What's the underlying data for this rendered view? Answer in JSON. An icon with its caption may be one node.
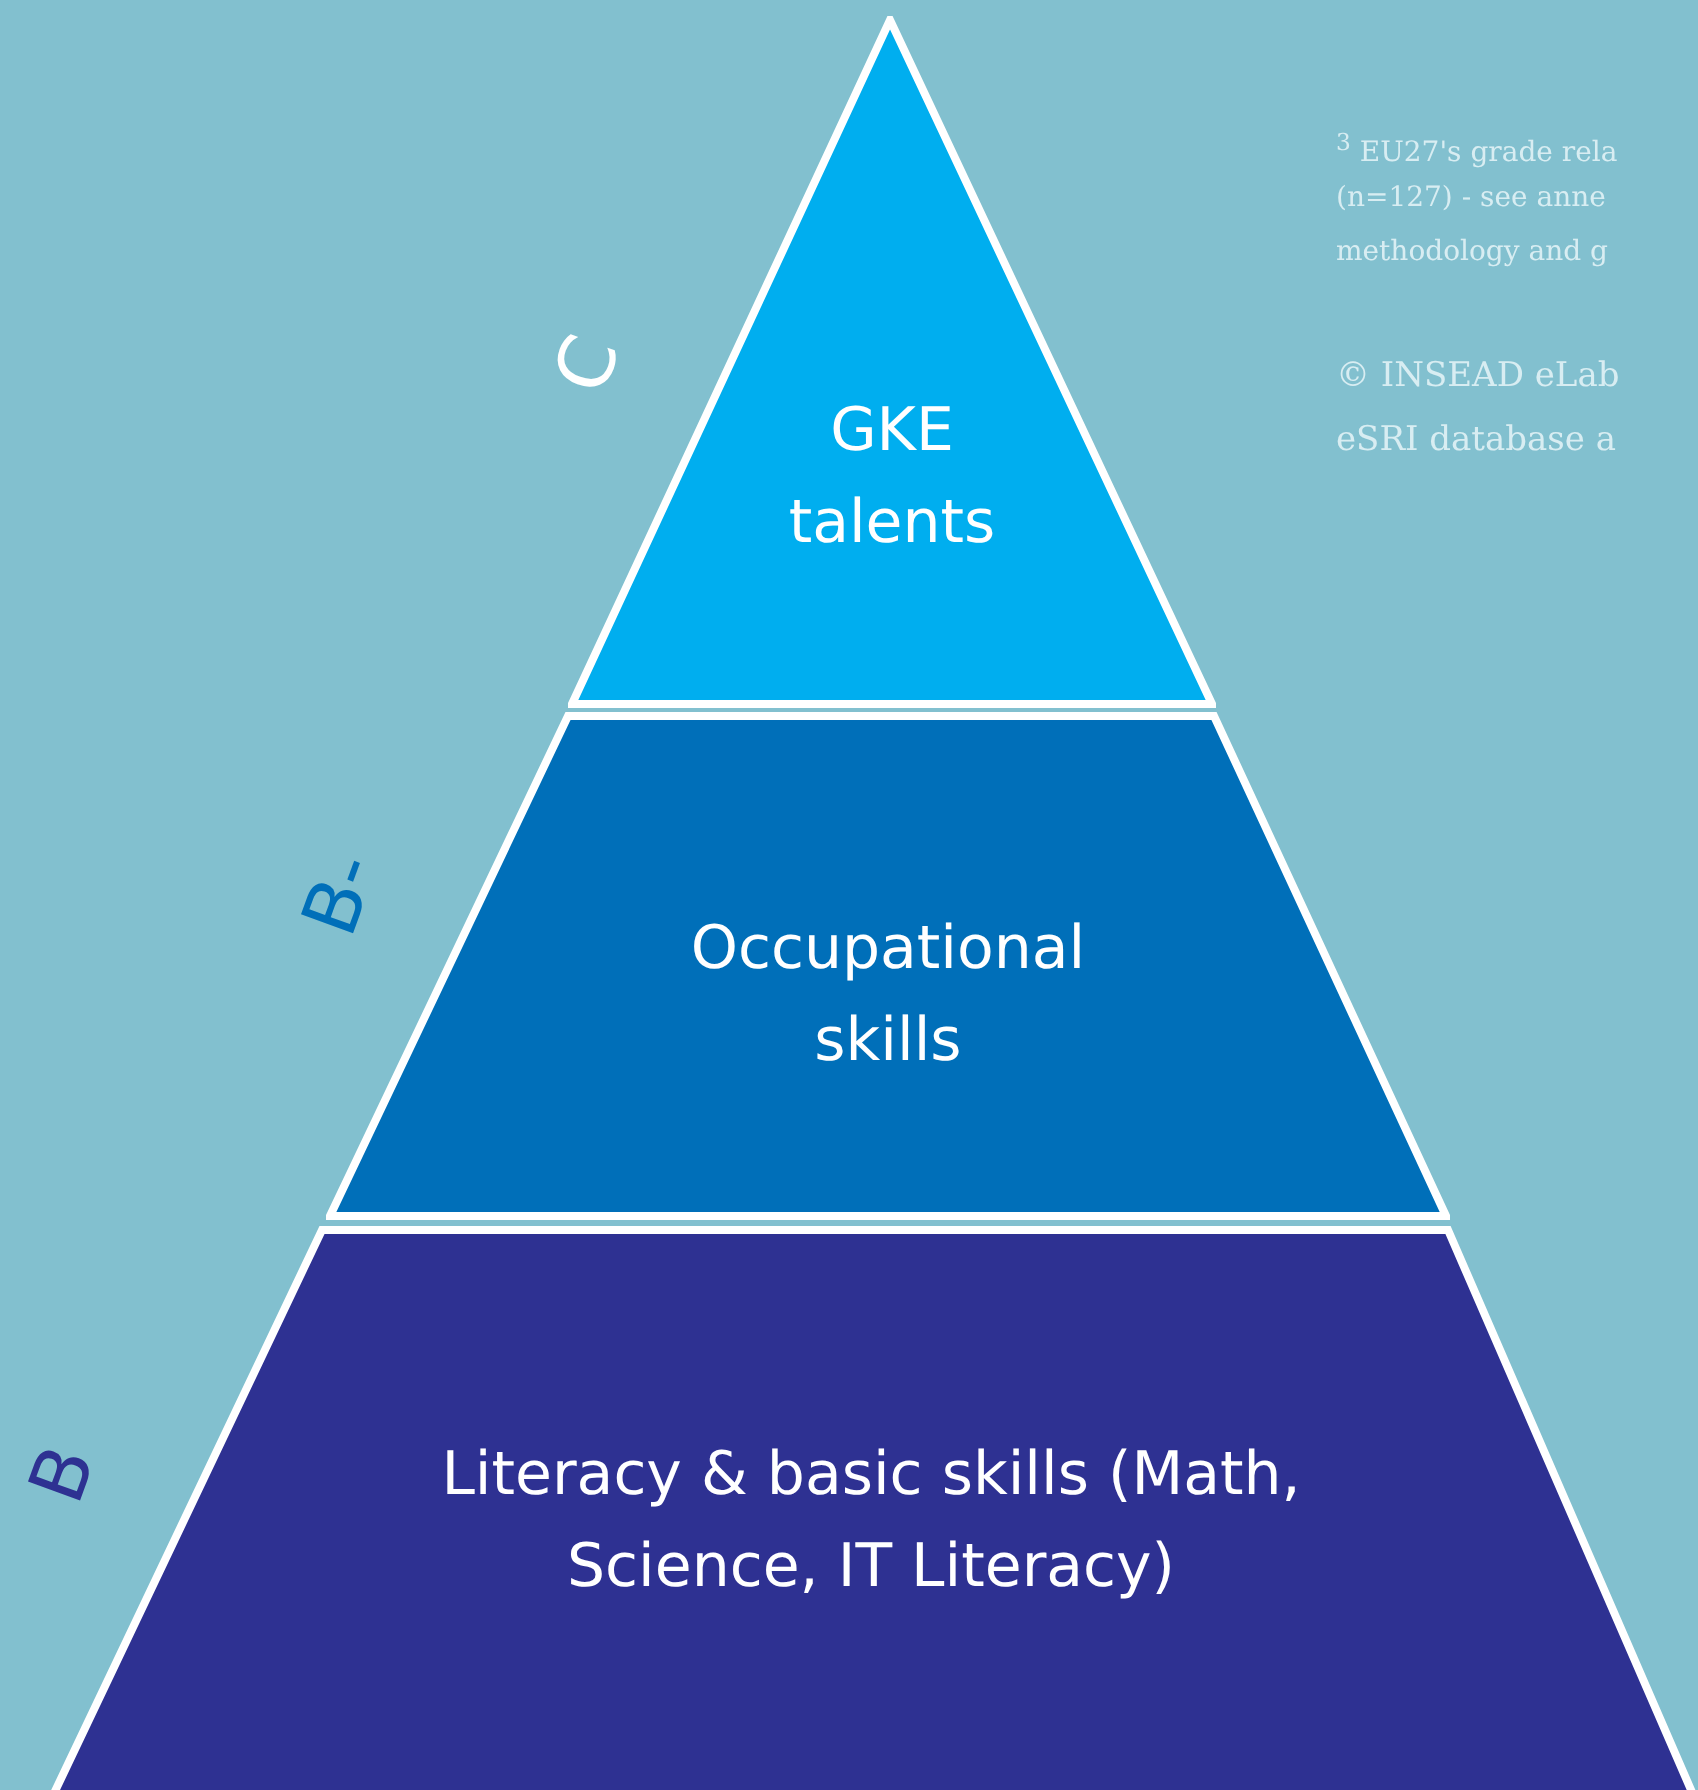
{
  "diagram": {
    "nodes": [
      {
        "text": [
          "GKE talents"
        ]
      },
      {
        "text": [
          "Occupational skills"
        ]
      },
      {
        "text": [
          "Literacy & basic skills (Math, Science, IT Literacy)"
        ]
      }
    ],
    "labels": [
      "C",
      "B-",
      "B",
      "$^{3}$ EU27's grade rela",
      "(n=127) - see anne",
      "methodology and g",
      "© INSEAD eLab",
      "eSRI database a"
    ]
  }
}
